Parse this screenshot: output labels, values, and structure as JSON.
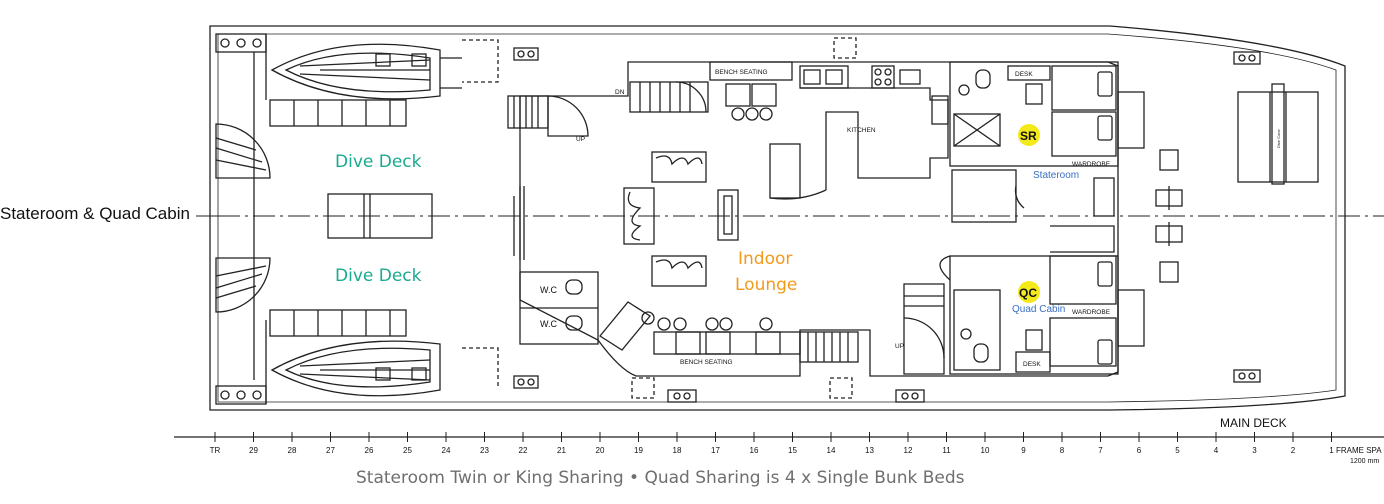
{
  "side_label": "Stateroom & Quad Cabin",
  "areas": {
    "dive_deck_top": "Dive Deck",
    "dive_deck_bottom": "Dive Deck",
    "lounge_line1": "Indoor",
    "lounge_line2": "Lounge",
    "stateroom": "Stateroom",
    "quad_cabin": "Quad Cabin"
  },
  "badges": {
    "sr": "SR",
    "qc": "QC"
  },
  "small_labels": {
    "bench_top": "BENCH SEATING",
    "bench_bottom": "BENCH SEATING",
    "kitchen": "KITCHEN",
    "desk_top": "DESK",
    "desk_bottom": "DESK",
    "wardrobe_top": "WARDROBE",
    "wardrobe_bottom": "WARDROBE",
    "wc_top": "W.C",
    "wc_bottom": "W.C",
    "dn": "DN",
    "up_left": "UP",
    "up_right": "UP",
    "bow_item": "Dive Cone"
  },
  "deck_name": "MAIN DECK",
  "frame_spacing_line1": "FRAME SPA",
  "frame_spacing_line2": "1200 mm",
  "frame_ticks": [
    "TR",
    "29",
    "28",
    "27",
    "26",
    "25",
    "24",
    "23",
    "22",
    "21",
    "20",
    "19",
    "18",
    "17",
    "16",
    "15",
    "14",
    "13",
    "12",
    "11",
    "10",
    "9",
    "8",
    "7",
    "6",
    "5",
    "4",
    "3",
    "2",
    "1"
  ],
  "caption": "Stateroom Twin or King Sharing • Quad Sharing is 4 x Single Bunk Beds",
  "colors": {
    "dive_deck": "#1aaa8f",
    "lounge": "#f29a1c",
    "cabin_text": "#3a6fc4",
    "badge": "#f4ea1a",
    "caption": "#6f6f6f",
    "line": "#222222"
  }
}
